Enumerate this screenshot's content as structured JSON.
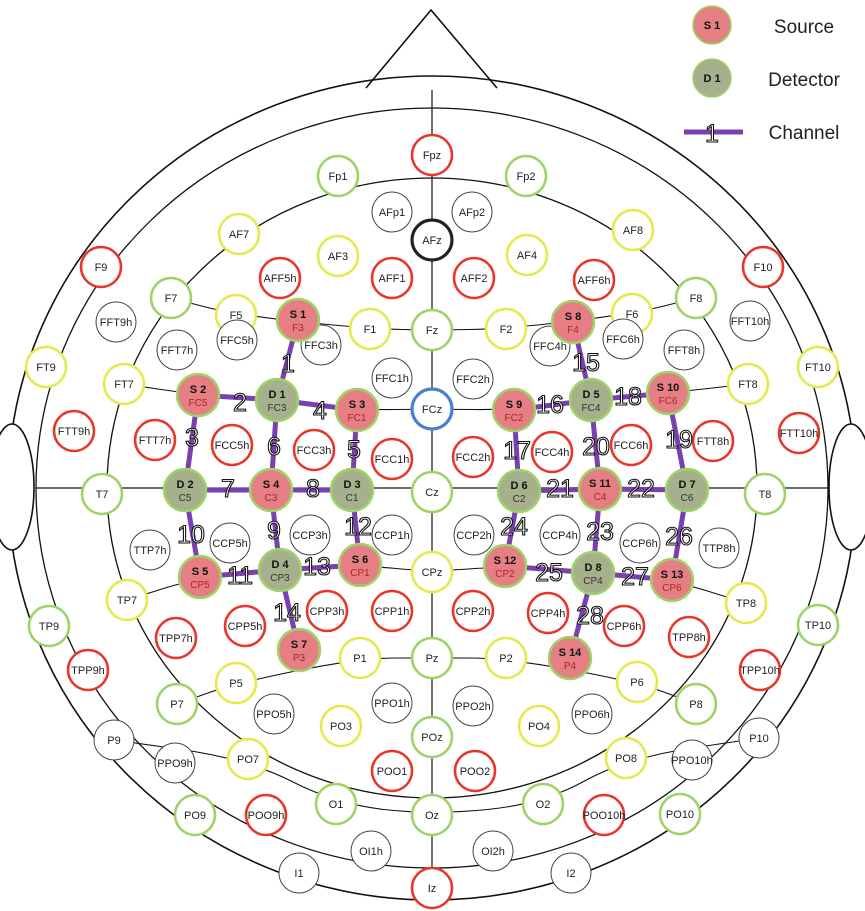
{
  "colors": {
    "red_ring": "#e8372a",
    "yellow_ring": "#e3ea4a",
    "green_ring": "#9ed367",
    "black_ring": "#222222",
    "blue_ring": "#4a7fd0",
    "thin_ring": "#444444",
    "source_fill": "#e57f83",
    "detector_fill": "#a6b08d",
    "channel": "#7a3fb0"
  },
  "legend": {
    "source_code": "S 1",
    "source_label": "Source",
    "detector_code": "D 1",
    "detector_label": "Detector",
    "channel_code": "1",
    "channel_label": "Channel"
  },
  "electrodes": [
    {
      "label": "Fpz",
      "ring": "red"
    },
    {
      "label": "Fp1",
      "ring": "green"
    },
    {
      "label": "Fp2",
      "ring": "green"
    },
    {
      "label": "AFp1",
      "ring": "thin"
    },
    {
      "label": "AFp2",
      "ring": "thin"
    },
    {
      "label": "AF7",
      "ring": "yellow"
    },
    {
      "label": "AF8",
      "ring": "yellow"
    },
    {
      "label": "AFz",
      "ring": "black"
    },
    {
      "label": "AF3",
      "ring": "yellow"
    },
    {
      "label": "AF4",
      "ring": "yellow"
    },
    {
      "label": "F9",
      "ring": "red"
    },
    {
      "label": "F10",
      "ring": "red"
    },
    {
      "label": "AFF5h",
      "ring": "red"
    },
    {
      "label": "AFF1",
      "ring": "red"
    },
    {
      "label": "AFF2",
      "ring": "red"
    },
    {
      "label": "AFF6h",
      "ring": "red"
    },
    {
      "label": "F7",
      "ring": "green"
    },
    {
      "label": "F8",
      "ring": "green"
    },
    {
      "label": "F5",
      "ring": "yellow"
    },
    {
      "label": "F1",
      "ring": "yellow"
    },
    {
      "label": "Fz",
      "ring": "green"
    },
    {
      "label": "F2",
      "ring": "yellow"
    },
    {
      "label": "F6",
      "ring": "yellow"
    },
    {
      "label": "FFT9h",
      "ring": "thin"
    },
    {
      "label": "FFT10h",
      "ring": "thin"
    },
    {
      "label": "FFT7h",
      "ring": "thin"
    },
    {
      "label": "FFC5h",
      "ring": "thin"
    },
    {
      "label": "FFC3h",
      "ring": "thin"
    },
    {
      "label": "FFC1h",
      "ring": "thin"
    },
    {
      "label": "FFC2h",
      "ring": "thin"
    },
    {
      "label": "FFC4h",
      "ring": "thin"
    },
    {
      "label": "FFC6h",
      "ring": "thin"
    },
    {
      "label": "FFT8h",
      "ring": "thin"
    },
    {
      "label": "FT9",
      "ring": "yellow"
    },
    {
      "label": "FT10",
      "ring": "yellow"
    },
    {
      "label": "FT7",
      "ring": "yellow"
    },
    {
      "label": "FT8",
      "ring": "yellow"
    },
    {
      "label": "FCz",
      "ring": "blue"
    },
    {
      "label": "FTT9h",
      "ring": "red"
    },
    {
      "label": "FTT10h",
      "ring": "red"
    },
    {
      "label": "FTT7h",
      "ring": "red"
    },
    {
      "label": "FCC5h",
      "ring": "red"
    },
    {
      "label": "FCC3h",
      "ring": "red"
    },
    {
      "label": "FCC1h",
      "ring": "red"
    },
    {
      "label": "FCC2h",
      "ring": "red"
    },
    {
      "label": "FCC4h",
      "ring": "red"
    },
    {
      "label": "FCC6h",
      "ring": "red"
    },
    {
      "label": "FTT8h",
      "ring": "red"
    },
    {
      "label": "T7",
      "ring": "green"
    },
    {
      "label": "Cz",
      "ring": "green"
    },
    {
      "label": "T8",
      "ring": "green"
    },
    {
      "label": "TTP7h",
      "ring": "thin"
    },
    {
      "label": "CCP5h",
      "ring": "thin"
    },
    {
      "label": "CCP3h",
      "ring": "thin"
    },
    {
      "label": "CCP1h",
      "ring": "thin"
    },
    {
      "label": "CCP2h",
      "ring": "thin"
    },
    {
      "label": "CCP4h",
      "ring": "thin"
    },
    {
      "label": "CCP6h",
      "ring": "thin"
    },
    {
      "label": "TTP8h",
      "ring": "thin"
    },
    {
      "label": "TP7",
      "ring": "yellow"
    },
    {
      "label": "CPz",
      "ring": "yellow"
    },
    {
      "label": "TP8",
      "ring": "yellow"
    },
    {
      "label": "TP9",
      "ring": "green"
    },
    {
      "label": "TP10",
      "ring": "green"
    },
    {
      "label": "TPP7h",
      "ring": "red"
    },
    {
      "label": "CPP5h",
      "ring": "red"
    },
    {
      "label": "CPP3h",
      "ring": "red"
    },
    {
      "label": "CPP1h",
      "ring": "red"
    },
    {
      "label": "CPP2h",
      "ring": "red"
    },
    {
      "label": "CPP4h",
      "ring": "red"
    },
    {
      "label": "CPP6h",
      "ring": "red"
    },
    {
      "label": "TPP8h",
      "ring": "red"
    },
    {
      "label": "TPP9h",
      "ring": "red"
    },
    {
      "label": "TPP10h",
      "ring": "red"
    },
    {
      "label": "P1",
      "ring": "yellow"
    },
    {
      "label": "Pz",
      "ring": "green"
    },
    {
      "label": "P2",
      "ring": "yellow"
    },
    {
      "label": "P5",
      "ring": "yellow"
    },
    {
      "label": "P6",
      "ring": "yellow"
    },
    {
      "label": "P7",
      "ring": "green"
    },
    {
      "label": "P8",
      "ring": "green"
    },
    {
      "label": "PPO5h",
      "ring": "thin"
    },
    {
      "label": "PPO1h",
      "ring": "thin"
    },
    {
      "label": "PPO2h",
      "ring": "thin"
    },
    {
      "label": "PPO6h",
      "ring": "thin"
    },
    {
      "label": "P9",
      "ring": "thin"
    },
    {
      "label": "P10",
      "ring": "thin"
    },
    {
      "label": "PPO9h",
      "ring": "thin"
    },
    {
      "label": "PPO10h",
      "ring": "thin"
    },
    {
      "label": "PO7",
      "ring": "yellow"
    },
    {
      "label": "PO3",
      "ring": "yellow"
    },
    {
      "label": "POz",
      "ring": "green"
    },
    {
      "label": "PO4",
      "ring": "yellow"
    },
    {
      "label": "PO8",
      "ring": "yellow"
    },
    {
      "label": "POO1",
      "ring": "red"
    },
    {
      "label": "POO2",
      "ring": "red"
    },
    {
      "label": "PO9",
      "ring": "green"
    },
    {
      "label": "POO9h",
      "ring": "red"
    },
    {
      "label": "O1",
      "ring": "green"
    },
    {
      "label": "Oz",
      "ring": "green"
    },
    {
      "label": "O2",
      "ring": "green"
    },
    {
      "label": "POO10h",
      "ring": "red"
    },
    {
      "label": "PO10",
      "ring": "green"
    },
    {
      "label": "I1",
      "ring": "thin"
    },
    {
      "label": "OI1h",
      "ring": "thin"
    },
    {
      "label": "OI2h",
      "ring": "thin"
    },
    {
      "label": "I2",
      "ring": "thin"
    },
    {
      "label": "Iz",
      "ring": "red"
    }
  ],
  "optodes": [
    {
      "id": "S1",
      "name": "S 1",
      "site": "F3",
      "kind": "source"
    },
    {
      "id": "S2",
      "name": "S 2",
      "site": "FC5",
      "kind": "source"
    },
    {
      "id": "D1",
      "name": "D 1",
      "site": "FC3",
      "kind": "detector"
    },
    {
      "id": "S3",
      "name": "S 3",
      "site": "FC1",
      "kind": "source"
    },
    {
      "id": "D2",
      "name": "D 2",
      "site": "C5",
      "kind": "detector"
    },
    {
      "id": "S4",
      "name": "S 4",
      "site": "C3",
      "kind": "source"
    },
    {
      "id": "D3",
      "name": "D 3",
      "site": "C1",
      "kind": "detector"
    },
    {
      "id": "S5",
      "name": "S 5",
      "site": "CP5",
      "kind": "source"
    },
    {
      "id": "D4",
      "name": "D 4",
      "site": "CP3",
      "kind": "detector"
    },
    {
      "id": "S6",
      "name": "S 6",
      "site": "CP1",
      "kind": "source"
    },
    {
      "id": "S7",
      "name": "S 7",
      "site": "P3",
      "kind": "source"
    },
    {
      "id": "S8",
      "name": "S 8",
      "site": "F4",
      "kind": "source"
    },
    {
      "id": "S9",
      "name": "S 9",
      "site": "FC2",
      "kind": "source"
    },
    {
      "id": "D5",
      "name": "D 5",
      "site": "FC4",
      "kind": "detector"
    },
    {
      "id": "S10",
      "name": "S 10",
      "site": "FC6",
      "kind": "source"
    },
    {
      "id": "D6",
      "name": "D 6",
      "site": "C2",
      "kind": "detector"
    },
    {
      "id": "S11",
      "name": "S 11",
      "site": "C4",
      "kind": "source"
    },
    {
      "id": "D7",
      "name": "D 7",
      "site": "C6",
      "kind": "detector"
    },
    {
      "id": "S12",
      "name": "S 12",
      "site": "CP2",
      "kind": "source"
    },
    {
      "id": "D8",
      "name": "D 8",
      "site": "CP4",
      "kind": "detector"
    },
    {
      "id": "S13",
      "name": "S 13",
      "site": "CP6",
      "kind": "source"
    },
    {
      "id": "S14",
      "name": "S 14",
      "site": "P4",
      "kind": "source"
    }
  ],
  "channels": [
    {
      "n": "1",
      "from": "S1",
      "to": "D1"
    },
    {
      "n": "2",
      "from": "S2",
      "to": "D1"
    },
    {
      "n": "3",
      "from": "S2",
      "to": "D2"
    },
    {
      "n": "4",
      "from": "D1",
      "to": "S3"
    },
    {
      "n": "5",
      "from": "S3",
      "to": "D3"
    },
    {
      "n": "6",
      "from": "D1",
      "to": "S4"
    },
    {
      "n": "7",
      "from": "D2",
      "to": "S4"
    },
    {
      "n": "8",
      "from": "S4",
      "to": "D3"
    },
    {
      "n": "9",
      "from": "S4",
      "to": "D4"
    },
    {
      "n": "10",
      "from": "D2",
      "to": "S5"
    },
    {
      "n": "11",
      "from": "S5",
      "to": "D4"
    },
    {
      "n": "12",
      "from": "D3",
      "to": "S6"
    },
    {
      "n": "13",
      "from": "D4",
      "to": "S6"
    },
    {
      "n": "14",
      "from": "D4",
      "to": "S7"
    },
    {
      "n": "15",
      "from": "S8",
      "to": "D5"
    },
    {
      "n": "16",
      "from": "S9",
      "to": "D5"
    },
    {
      "n": "17",
      "from": "S9",
      "to": "D6"
    },
    {
      "n": "18",
      "from": "D5",
      "to": "S10"
    },
    {
      "n": "19",
      "from": "S10",
      "to": "D7"
    },
    {
      "n": "20",
      "from": "D5",
      "to": "S11"
    },
    {
      "n": "21",
      "from": "D6",
      "to": "S11"
    },
    {
      "n": "22",
      "from": "S11",
      "to": "D7"
    },
    {
      "n": "23",
      "from": "S11",
      "to": "D8"
    },
    {
      "n": "24",
      "from": "D6",
      "to": "S12"
    },
    {
      "n": "25",
      "from": "S12",
      "to": "D8"
    },
    {
      "n": "26",
      "from": "D7",
      "to": "S13"
    },
    {
      "n": "27",
      "from": "D8",
      "to": "S13"
    },
    {
      "n": "28",
      "from": "D8",
      "to": "S14"
    }
  ]
}
